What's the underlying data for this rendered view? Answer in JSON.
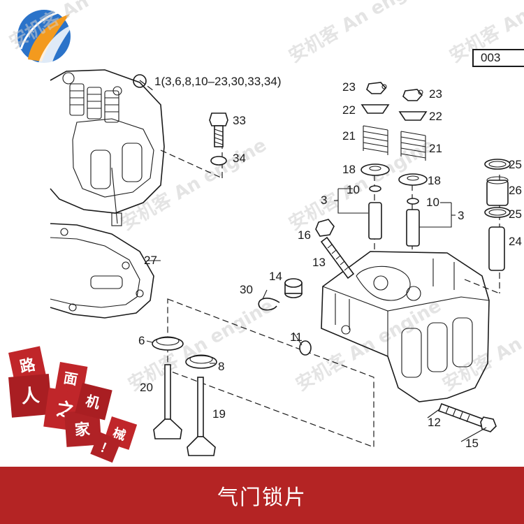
{
  "doc_number": "003",
  "caption": "气门锁片",
  "watermark": "安机客 An engine",
  "logo_cubes": [
    "路",
    "人",
    "之",
    "家",
    "面",
    "机",
    "械",
    "！"
  ],
  "callouts": [
    {
      "id": "c1",
      "text": "1(3,6,8,10–23,30,33,34)"
    },
    {
      "id": "c33",
      "text": "33"
    },
    {
      "id": "c34",
      "text": "34"
    },
    {
      "id": "c23a",
      "text": "23"
    },
    {
      "id": "c22a",
      "text": "22"
    },
    {
      "id": "c21a",
      "text": "21"
    },
    {
      "id": "c18a",
      "text": "18"
    },
    {
      "id": "c10a",
      "text": "10"
    },
    {
      "id": "c3a",
      "text": "3"
    },
    {
      "id": "c23b",
      "text": "23"
    },
    {
      "id": "c22b",
      "text": "22"
    },
    {
      "id": "c21b",
      "text": "21"
    },
    {
      "id": "c18b",
      "text": "18"
    },
    {
      "id": "c10b",
      "text": "10"
    },
    {
      "id": "c3b",
      "text": "3"
    },
    {
      "id": "c25a",
      "text": "25"
    },
    {
      "id": "c26",
      "text": "26"
    },
    {
      "id": "c25b",
      "text": "25"
    },
    {
      "id": "c24",
      "text": "24"
    },
    {
      "id": "c16",
      "text": "16"
    },
    {
      "id": "c13",
      "text": "13"
    },
    {
      "id": "c14",
      "text": "14"
    },
    {
      "id": "c30",
      "text": "30"
    },
    {
      "id": "c11",
      "text": "11"
    },
    {
      "id": "c27",
      "text": "27"
    },
    {
      "id": "c6",
      "text": "6"
    },
    {
      "id": "c8",
      "text": "8"
    },
    {
      "id": "c20",
      "text": "20"
    },
    {
      "id": "c19",
      "text": "19"
    },
    {
      "id": "c12",
      "text": "12"
    },
    {
      "id": "c15",
      "text": "15"
    }
  ],
  "colors": {
    "caption_bar": "#b42424",
    "cube_red": "#c0262a",
    "logo_blue": "#2b73c9",
    "logo_orange": "#f39a1e",
    "line": "#1a1a1a"
  }
}
